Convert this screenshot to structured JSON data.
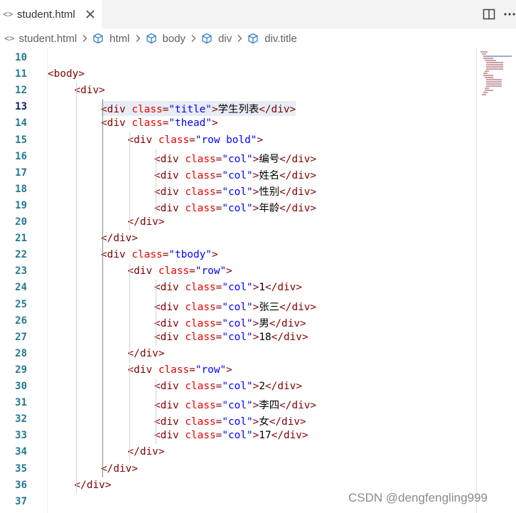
{
  "tab": {
    "icon": "code-brackets-icon",
    "glyph": "<>",
    "label": "student.html",
    "close_icon": "close-icon"
  },
  "toolbar": {
    "split_icon": "split-editor-icon",
    "more_icon": "more-actions-icon"
  },
  "breadcrumb": {
    "items": [
      {
        "label": "student.html",
        "icon": "code-brackets-icon",
        "glyph": "<>"
      },
      {
        "label": "html",
        "icon": "cube-icon"
      },
      {
        "label": "body",
        "icon": "cube-icon"
      },
      {
        "label": "div",
        "icon": "cube-icon"
      },
      {
        "label": "div.title",
        "icon": "cube-icon"
      }
    ],
    "separator_icon": "chevron-right-icon"
  },
  "editor": {
    "active_line": 13,
    "colors": {
      "tag": "#800000",
      "attr": "#e50000",
      "value": "#0000ff",
      "text": "#000000",
      "line_number": "#237893"
    },
    "lines": [
      {
        "n": "10",
        "indent": 0,
        "t": []
      },
      {
        "n": "11",
        "indent": 0,
        "t": [
          [
            "tag",
            "<body>"
          ]
        ]
      },
      {
        "n": "12",
        "indent": 1,
        "t": [
          [
            "tag",
            "<div>"
          ]
        ]
      },
      {
        "n": "13",
        "indent": 2,
        "hl": true,
        "t": [
          [
            "tag",
            "<div "
          ],
          [
            "attr",
            "class"
          ],
          [
            "tag",
            "="
          ],
          [
            "val",
            "\"title\""
          ],
          [
            "tag",
            ">"
          ],
          [
            "text",
            "学生列表"
          ],
          [
            "tag",
            "</div>"
          ]
        ]
      },
      {
        "n": "14",
        "indent": 2,
        "t": [
          [
            "tag",
            "<div "
          ],
          [
            "attr",
            "class"
          ],
          [
            "tag",
            "="
          ],
          [
            "val",
            "\"thead\""
          ],
          [
            "tag",
            ">"
          ]
        ]
      },
      {
        "n": "15",
        "indent": 3,
        "t": [
          [
            "tag",
            "<div "
          ],
          [
            "attr",
            "class"
          ],
          [
            "tag",
            "="
          ],
          [
            "val",
            "\"row bold\""
          ],
          [
            "tag",
            ">"
          ]
        ]
      },
      {
        "n": "16",
        "indent": 4,
        "t": [
          [
            "tag",
            "<div "
          ],
          [
            "attr",
            "class"
          ],
          [
            "tag",
            "="
          ],
          [
            "val",
            "\"col\""
          ],
          [
            "tag",
            ">"
          ],
          [
            "text",
            "编号"
          ],
          [
            "tag",
            "</div>"
          ]
        ]
      },
      {
        "n": "17",
        "indent": 4,
        "t": [
          [
            "tag",
            "<div "
          ],
          [
            "attr",
            "class"
          ],
          [
            "tag",
            "="
          ],
          [
            "val",
            "\"col\""
          ],
          [
            "tag",
            ">"
          ],
          [
            "text",
            "姓名"
          ],
          [
            "tag",
            "</div>"
          ]
        ]
      },
      {
        "n": "18",
        "indent": 4,
        "t": [
          [
            "tag",
            "<div "
          ],
          [
            "attr",
            "class"
          ],
          [
            "tag",
            "="
          ],
          [
            "val",
            "\"col\""
          ],
          [
            "tag",
            ">"
          ],
          [
            "text",
            "性别"
          ],
          [
            "tag",
            "</div>"
          ]
        ]
      },
      {
        "n": "19",
        "indent": 4,
        "t": [
          [
            "tag",
            "<div "
          ],
          [
            "attr",
            "class"
          ],
          [
            "tag",
            "="
          ],
          [
            "val",
            "\"col\""
          ],
          [
            "tag",
            ">"
          ],
          [
            "text",
            "年龄"
          ],
          [
            "tag",
            "</div>"
          ]
        ]
      },
      {
        "n": "20",
        "indent": 3,
        "t": [
          [
            "tag",
            "</div>"
          ]
        ]
      },
      {
        "n": "21",
        "indent": 2,
        "t": [
          [
            "tag",
            "</div>"
          ]
        ]
      },
      {
        "n": "22",
        "indent": 2,
        "t": [
          [
            "tag",
            "<div "
          ],
          [
            "attr",
            "class"
          ],
          [
            "tag",
            "="
          ],
          [
            "val",
            "\"tbody\""
          ],
          [
            "tag",
            ">"
          ]
        ]
      },
      {
        "n": "23",
        "indent": 3,
        "t": [
          [
            "tag",
            "<div "
          ],
          [
            "attr",
            "class"
          ],
          [
            "tag",
            "="
          ],
          [
            "val",
            "\"row\""
          ],
          [
            "tag",
            ">"
          ]
        ]
      },
      {
        "n": "24",
        "indent": 4,
        "t": [
          [
            "tag",
            "<div "
          ],
          [
            "attr",
            "class"
          ],
          [
            "tag",
            "="
          ],
          [
            "val",
            "\"col\""
          ],
          [
            "tag",
            ">"
          ],
          [
            "text",
            "1"
          ],
          [
            "tag",
            "</div>"
          ]
        ]
      },
      {
        "n": "25",
        "indent": 4,
        "t": [
          [
            "tag",
            "<div "
          ],
          [
            "attr",
            "class"
          ],
          [
            "tag",
            "="
          ],
          [
            "val",
            "\"col\""
          ],
          [
            "tag",
            ">"
          ],
          [
            "text",
            "张三"
          ],
          [
            "tag",
            "</div>"
          ]
        ]
      },
      {
        "n": "26",
        "indent": 4,
        "t": [
          [
            "tag",
            "<div "
          ],
          [
            "attr",
            "class"
          ],
          [
            "tag",
            "="
          ],
          [
            "val",
            "\"col\""
          ],
          [
            "tag",
            ">"
          ],
          [
            "text",
            "男"
          ],
          [
            "tag",
            "</div>"
          ]
        ]
      },
      {
        "n": "27",
        "indent": 4,
        "t": [
          [
            "tag",
            "<div "
          ],
          [
            "attr",
            "class"
          ],
          [
            "tag",
            "="
          ],
          [
            "val",
            "\"col\""
          ],
          [
            "tag",
            ">"
          ],
          [
            "text",
            "18"
          ],
          [
            "tag",
            "</div>"
          ]
        ]
      },
      {
        "n": "28",
        "indent": 3,
        "t": [
          [
            "tag",
            "</div>"
          ]
        ]
      },
      {
        "n": "29",
        "indent": 3,
        "t": [
          [
            "tag",
            "<div "
          ],
          [
            "attr",
            "class"
          ],
          [
            "tag",
            "="
          ],
          [
            "val",
            "\"row\""
          ],
          [
            "tag",
            ">"
          ]
        ]
      },
      {
        "n": "30",
        "indent": 4,
        "t": [
          [
            "tag",
            "<div "
          ],
          [
            "attr",
            "class"
          ],
          [
            "tag",
            "="
          ],
          [
            "val",
            "\"col\""
          ],
          [
            "tag",
            ">"
          ],
          [
            "text",
            "2"
          ],
          [
            "tag",
            "</div>"
          ]
        ]
      },
      {
        "n": "31",
        "indent": 4,
        "t": [
          [
            "tag",
            "<div "
          ],
          [
            "attr",
            "class"
          ],
          [
            "tag",
            "="
          ],
          [
            "val",
            "\"col\""
          ],
          [
            "tag",
            ">"
          ],
          [
            "text",
            "李四"
          ],
          [
            "tag",
            "</div>"
          ]
        ]
      },
      {
        "n": "32",
        "indent": 4,
        "t": [
          [
            "tag",
            "<div "
          ],
          [
            "attr",
            "class"
          ],
          [
            "tag",
            "="
          ],
          [
            "val",
            "\"col\""
          ],
          [
            "tag",
            ">"
          ],
          [
            "text",
            "女"
          ],
          [
            "tag",
            "</div>"
          ]
        ]
      },
      {
        "n": "33",
        "indent": 4,
        "t": [
          [
            "tag",
            "<div "
          ],
          [
            "attr",
            "class"
          ],
          [
            "tag",
            "="
          ],
          [
            "val",
            "\"col\""
          ],
          [
            "tag",
            ">"
          ],
          [
            "text",
            "17"
          ],
          [
            "tag",
            "</div>"
          ]
        ]
      },
      {
        "n": "34",
        "indent": 3,
        "t": [
          [
            "tag",
            "</div>"
          ]
        ]
      },
      {
        "n": "35",
        "indent": 2,
        "t": [
          [
            "tag",
            "</div>"
          ]
        ]
      },
      {
        "n": "36",
        "indent": 1,
        "t": [
          [
            "tag",
            "</div>"
          ]
        ]
      },
      {
        "n": "37",
        "indent": 0,
        "t": []
      }
    ]
  },
  "watermark": "CSDN @dengfengling999"
}
